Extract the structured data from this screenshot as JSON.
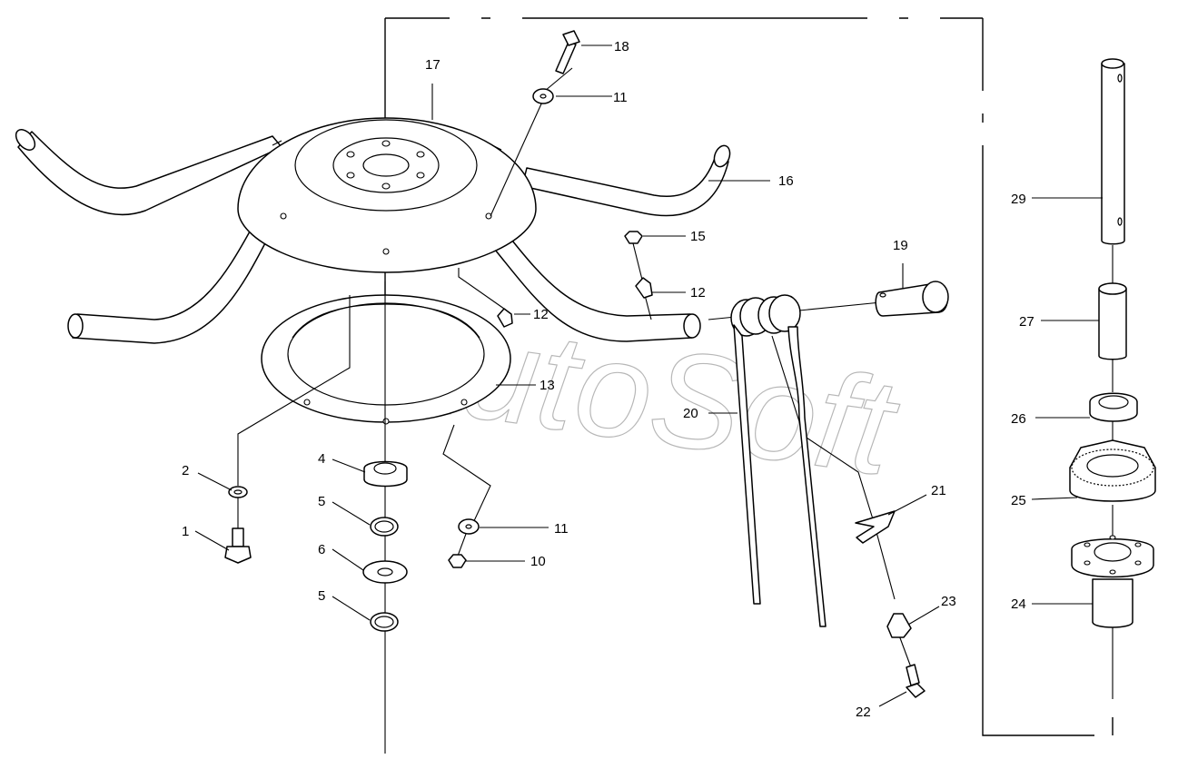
{
  "watermark": "AutoSoft",
  "callouts": [
    "1",
    "2",
    "4",
    "5",
    "6",
    "5",
    "10",
    "11",
    "11",
    "12",
    "12",
    "13",
    "15",
    "16",
    "17",
    "18",
    "19",
    "20",
    "21",
    "22",
    "23",
    "24",
    "25",
    "26",
    "27",
    "29"
  ]
}
